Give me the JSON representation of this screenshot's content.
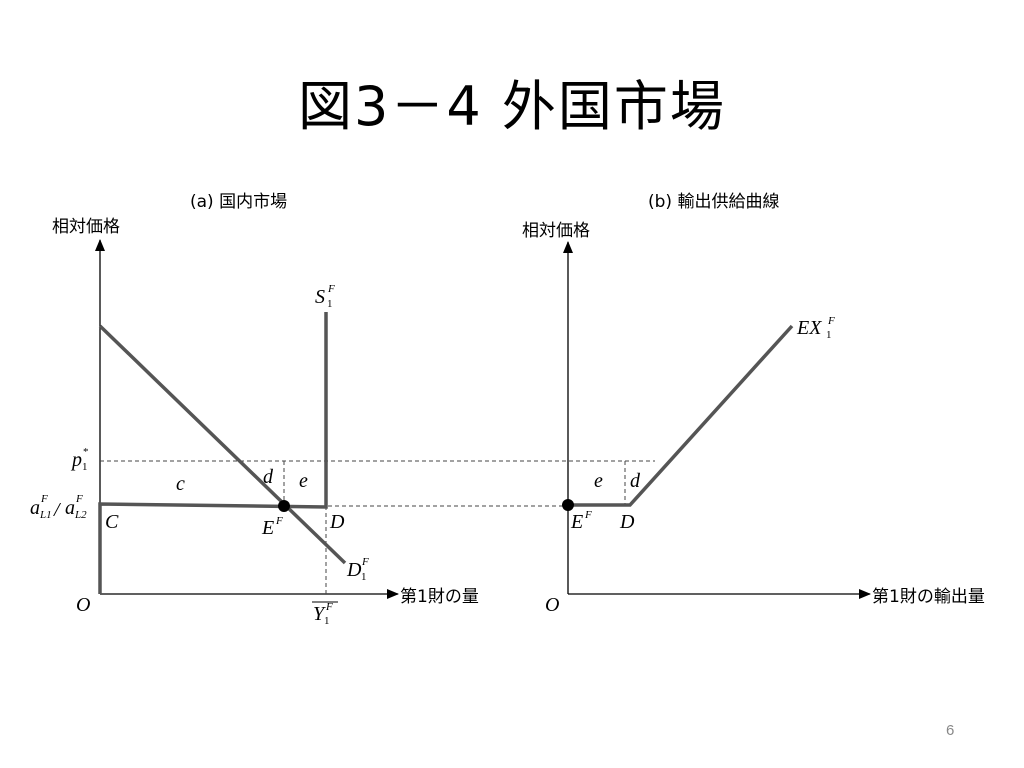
{
  "title": "図3－4  外国市場",
  "page_number": "6",
  "panel_a": {
    "caption": "(a) 国内市場",
    "y_axis_label": "相対価格",
    "x_axis_label": "第1財の量",
    "origin": "O",
    "point_C": "C",
    "point_D": "D",
    "point_E": "E",
    "point_E_sup": "F",
    "area_c": "c",
    "area_d": "d",
    "area_e": "e",
    "price_p": "p",
    "price_p_sub": "1",
    "price_p_sup": "*",
    "ratio_a1": "a",
    "ratio_a1_sup": "F",
    "ratio_a1_sub": "L1",
    "ratio_slash": "/",
    "ratio_a2": "a",
    "ratio_a2_sup": "F",
    "ratio_a2_sub": "L2",
    "supply": "S",
    "supply_sub": "1",
    "supply_sup": "F",
    "demand": "D",
    "demand_sub": "1",
    "demand_sup": "F",
    "endow": "Y",
    "endow_sub": "1",
    "endow_sup": "F"
  },
  "panel_b": {
    "caption": "(b) 輸出供給曲線",
    "y_axis_label": "相対価格",
    "x_axis_label": "第1財の輸出量",
    "origin": "O",
    "point_D": "D",
    "point_E": "E",
    "point_E_sup": "F",
    "area_e": "e",
    "area_d": "d",
    "export": "EX",
    "export_sub": "1",
    "export_sup": "F"
  },
  "colors": {
    "curve": "#555555",
    "axis": "#000000",
    "dash": "#444444"
  }
}
